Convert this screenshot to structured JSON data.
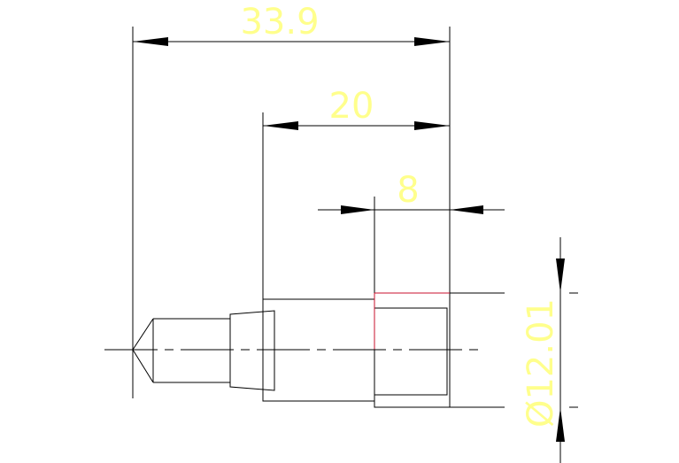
{
  "dimensions": {
    "overall_length": "33.9",
    "middle_length": "20",
    "right_length": "8",
    "diameter": "Ø12.01"
  },
  "colors": {
    "background": "#ffffff",
    "geometry": "#000000",
    "dimension_text": "#ffff8c",
    "highlight_edge": "#c8102e"
  }
}
